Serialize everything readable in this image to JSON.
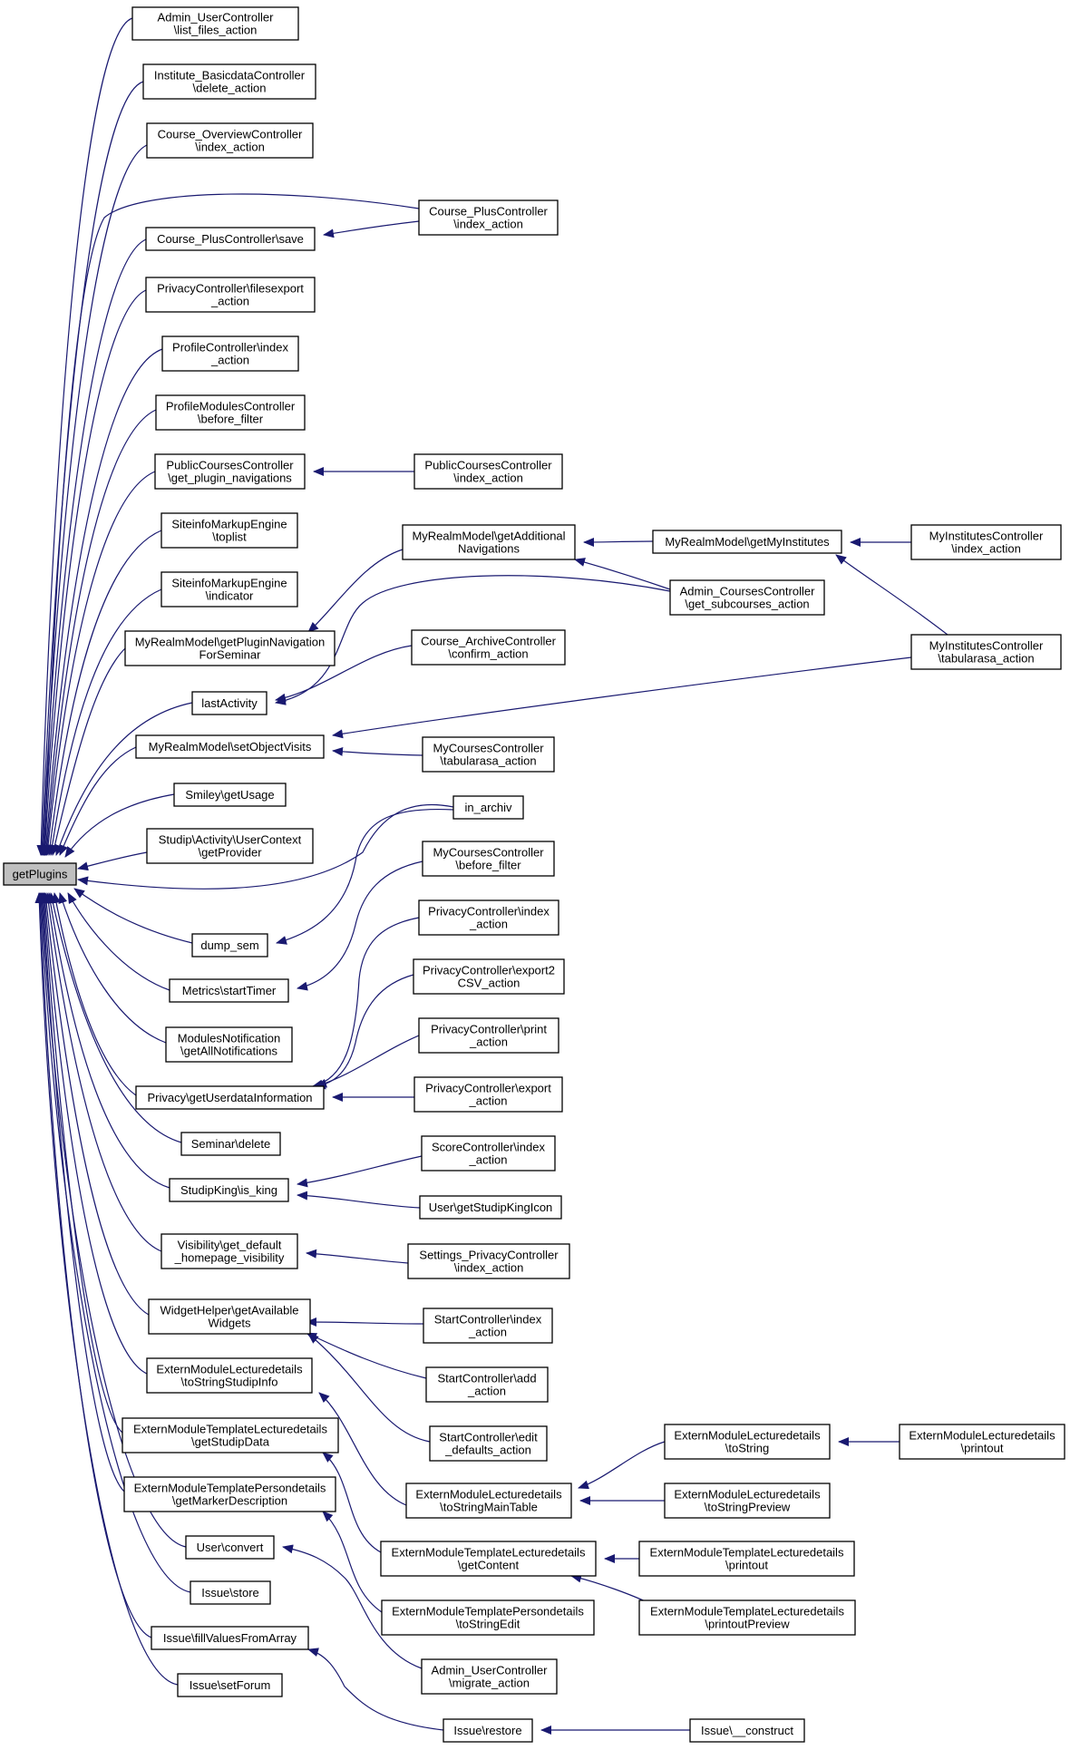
{
  "diagram": {
    "root": "getPlugins",
    "nodes": [
      {
        "id": "getPlugins",
        "lines": [
          "getPlugins"
        ]
      },
      {
        "id": "a1",
        "lines": [
          "Admin_UserController",
          "\\list_files_action"
        ]
      },
      {
        "id": "a2",
        "lines": [
          "Institute_BasicdataController",
          "\\delete_action"
        ]
      },
      {
        "id": "a3",
        "lines": [
          "Course_OverviewController",
          "\\index_action"
        ]
      },
      {
        "id": "a4",
        "lines": [
          "Course_PlusController\\save"
        ]
      },
      {
        "id": "a5",
        "lines": [
          "PrivacyController\\filesexport",
          "_action"
        ]
      },
      {
        "id": "a6",
        "lines": [
          "ProfileController\\index",
          "_action"
        ]
      },
      {
        "id": "a7",
        "lines": [
          "ProfileModulesController",
          "\\before_filter"
        ]
      },
      {
        "id": "a8",
        "lines": [
          "PublicCoursesController",
          "\\get_plugin_navigations"
        ]
      },
      {
        "id": "a9",
        "lines": [
          "SiteinfoMarkupEngine",
          "\\toplist"
        ]
      },
      {
        "id": "a10",
        "lines": [
          "SiteinfoMarkupEngine",
          "\\indicator"
        ]
      },
      {
        "id": "a11",
        "lines": [
          "MyRealmModel\\getPluginNavigation",
          "ForSeminar"
        ]
      },
      {
        "id": "a12",
        "lines": [
          "lastActivity"
        ]
      },
      {
        "id": "a13",
        "lines": [
          "MyRealmModel\\setObjectVisits"
        ]
      },
      {
        "id": "a14",
        "lines": [
          "Smiley\\getUsage"
        ]
      },
      {
        "id": "a15",
        "lines": [
          "Studip\\Activity\\UserContext",
          "\\getProvider"
        ]
      },
      {
        "id": "a16",
        "lines": [
          "dump_sem"
        ]
      },
      {
        "id": "a17",
        "lines": [
          "Metrics\\startTimer"
        ]
      },
      {
        "id": "a18",
        "lines": [
          "ModulesNotification",
          "\\getAllNotifications"
        ]
      },
      {
        "id": "a19",
        "lines": [
          "Privacy\\getUserdataInformation"
        ]
      },
      {
        "id": "a20",
        "lines": [
          "Seminar\\delete"
        ]
      },
      {
        "id": "a21",
        "lines": [
          "StudipKing\\is_king"
        ]
      },
      {
        "id": "a22",
        "lines": [
          "Visibility\\get_default",
          "_homepage_visibility"
        ]
      },
      {
        "id": "a23",
        "lines": [
          "WidgetHelper\\getAvailable",
          "Widgets"
        ]
      },
      {
        "id": "a24",
        "lines": [
          "ExternModuleLecturedetails",
          "\\toStringStudipInfo"
        ]
      },
      {
        "id": "a25",
        "lines": [
          "ExternModuleTemplateLecturedetails",
          "\\getStudipData"
        ]
      },
      {
        "id": "a26",
        "lines": [
          "ExternModuleTemplatePersondetails",
          "\\getMarkerDescription"
        ]
      },
      {
        "id": "a27",
        "lines": [
          "User\\convert"
        ]
      },
      {
        "id": "a28",
        "lines": [
          "Issue\\store"
        ]
      },
      {
        "id": "a29",
        "lines": [
          "Issue\\fillValuesFromArray"
        ]
      },
      {
        "id": "a30",
        "lines": [
          "Issue\\setForum"
        ]
      },
      {
        "id": "b1",
        "lines": [
          "Course_PlusController",
          "\\index_action"
        ]
      },
      {
        "id": "b2",
        "lines": [
          "PublicCoursesController",
          "\\index_action"
        ]
      },
      {
        "id": "b3",
        "lines": [
          "MyRealmModel\\getAdditional",
          "Navigations"
        ]
      },
      {
        "id": "b4",
        "lines": [
          "Course_ArchiveController",
          "\\confirm_action"
        ]
      },
      {
        "id": "b5",
        "lines": [
          "MyCoursesController",
          "\\tabularasa_action"
        ]
      },
      {
        "id": "b6",
        "lines": [
          "in_archiv"
        ]
      },
      {
        "id": "b7",
        "lines": [
          "MyCoursesController",
          "\\before_filter"
        ]
      },
      {
        "id": "b8",
        "lines": [
          "PrivacyController\\index",
          "_action"
        ]
      },
      {
        "id": "b9",
        "lines": [
          "PrivacyController\\export2",
          "CSV_action"
        ]
      },
      {
        "id": "b10",
        "lines": [
          "PrivacyController\\print",
          "_action"
        ]
      },
      {
        "id": "b11",
        "lines": [
          "PrivacyController\\export",
          "_action"
        ]
      },
      {
        "id": "b12",
        "lines": [
          "ScoreController\\index",
          "_action"
        ]
      },
      {
        "id": "b13",
        "lines": [
          "User\\getStudipKingIcon"
        ]
      },
      {
        "id": "b14",
        "lines": [
          "Settings_PrivacyController",
          "\\index_action"
        ]
      },
      {
        "id": "b15",
        "lines": [
          "StartController\\index",
          "_action"
        ]
      },
      {
        "id": "b16",
        "lines": [
          "StartController\\add",
          "_action"
        ]
      },
      {
        "id": "b17",
        "lines": [
          "StartController\\edit",
          "_defaults_action"
        ]
      },
      {
        "id": "b18",
        "lines": [
          "ExternModuleLecturedetails",
          "\\toStringMainTable"
        ]
      },
      {
        "id": "b19",
        "lines": [
          "ExternModuleTemplateLecturedetails",
          "\\getContent"
        ]
      },
      {
        "id": "b20",
        "lines": [
          "ExternModuleTemplatePersondetails",
          "\\toStringEdit"
        ]
      },
      {
        "id": "b21",
        "lines": [
          "Admin_UserController",
          "\\migrate_action"
        ]
      },
      {
        "id": "b22",
        "lines": [
          "Issue\\restore"
        ]
      },
      {
        "id": "c1",
        "lines": [
          "MyRealmModel\\getMyInstitutes"
        ]
      },
      {
        "id": "c2",
        "lines": [
          "Admin_CoursesController",
          "\\get_subcourses_action"
        ]
      },
      {
        "id": "c3",
        "lines": [
          "ExternModuleLecturedetails",
          "\\toString"
        ]
      },
      {
        "id": "c4",
        "lines": [
          "ExternModuleLecturedetails",
          "\\toStringPreview"
        ]
      },
      {
        "id": "c5",
        "lines": [
          "ExternModuleTemplateLecturedetails",
          "\\printout"
        ]
      },
      {
        "id": "c6",
        "lines": [
          "ExternModuleTemplateLecturedetails",
          "\\printoutPreview"
        ]
      },
      {
        "id": "c7",
        "lines": [
          "Issue\\__construct"
        ]
      },
      {
        "id": "d1",
        "lines": [
          "MyInstitutesController",
          "\\index_action"
        ]
      },
      {
        "id": "d2",
        "lines": [
          "MyInstitutesController",
          "\\tabularasa_action"
        ]
      },
      {
        "id": "d3",
        "lines": [
          "ExternModuleLecturedetails",
          "\\printout"
        ]
      }
    ],
    "edges": [
      [
        "a1",
        "getPlugins"
      ],
      [
        "a2",
        "getPlugins"
      ],
      [
        "a3",
        "getPlugins"
      ],
      [
        "a4",
        "getPlugins"
      ],
      [
        "a5",
        "getPlugins"
      ],
      [
        "a6",
        "getPlugins"
      ],
      [
        "a7",
        "getPlugins"
      ],
      [
        "a8",
        "getPlugins"
      ],
      [
        "a9",
        "getPlugins"
      ],
      [
        "a10",
        "getPlugins"
      ],
      [
        "a11",
        "getPlugins"
      ],
      [
        "a12",
        "getPlugins"
      ],
      [
        "a13",
        "getPlugins"
      ],
      [
        "a14",
        "getPlugins"
      ],
      [
        "a15",
        "getPlugins"
      ],
      [
        "b6",
        "getPlugins"
      ],
      [
        "a16",
        "getPlugins"
      ],
      [
        "a17",
        "getPlugins"
      ],
      [
        "a18",
        "getPlugins"
      ],
      [
        "a19",
        "getPlugins"
      ],
      [
        "a20",
        "getPlugins"
      ],
      [
        "a21",
        "getPlugins"
      ],
      [
        "a22",
        "getPlugins"
      ],
      [
        "a23",
        "getPlugins"
      ],
      [
        "a24",
        "getPlugins"
      ],
      [
        "a25",
        "getPlugins"
      ],
      [
        "a26",
        "getPlugins"
      ],
      [
        "a27",
        "getPlugins"
      ],
      [
        "a28",
        "getPlugins"
      ],
      [
        "a29",
        "getPlugins"
      ],
      [
        "a30",
        "getPlugins"
      ],
      [
        "b1",
        "getPlugins"
      ],
      [
        "b1",
        "a4"
      ],
      [
        "b2",
        "a8"
      ],
      [
        "b3",
        "a11"
      ],
      [
        "c2",
        "a12"
      ],
      [
        "b4",
        "a12"
      ],
      [
        "d2",
        "a13"
      ],
      [
        "b5",
        "a13"
      ],
      [
        "b6",
        "a16"
      ],
      [
        "b7",
        "a17"
      ],
      [
        "b8",
        "a19"
      ],
      [
        "b9",
        "a19"
      ],
      [
        "b10",
        "a19"
      ],
      [
        "b11",
        "a19"
      ],
      [
        "b12",
        "a21"
      ],
      [
        "b13",
        "a21"
      ],
      [
        "b14",
        "a22"
      ],
      [
        "b15",
        "a23"
      ],
      [
        "b16",
        "a23"
      ],
      [
        "b17",
        "a23"
      ],
      [
        "b18",
        "a24"
      ],
      [
        "b19",
        "a25"
      ],
      [
        "b20",
        "a26"
      ],
      [
        "b21",
        "a27"
      ],
      [
        "b22",
        "a29"
      ],
      [
        "c1",
        "b3"
      ],
      [
        "c2",
        "b3"
      ],
      [
        "d1",
        "c1"
      ],
      [
        "d2",
        "c1"
      ],
      [
        "c3",
        "b18"
      ],
      [
        "c4",
        "b18"
      ],
      [
        "d3",
        "c3"
      ],
      [
        "c5",
        "b19"
      ],
      [
        "c6",
        "b19"
      ],
      [
        "c7",
        "b22"
      ]
    ]
  }
}
